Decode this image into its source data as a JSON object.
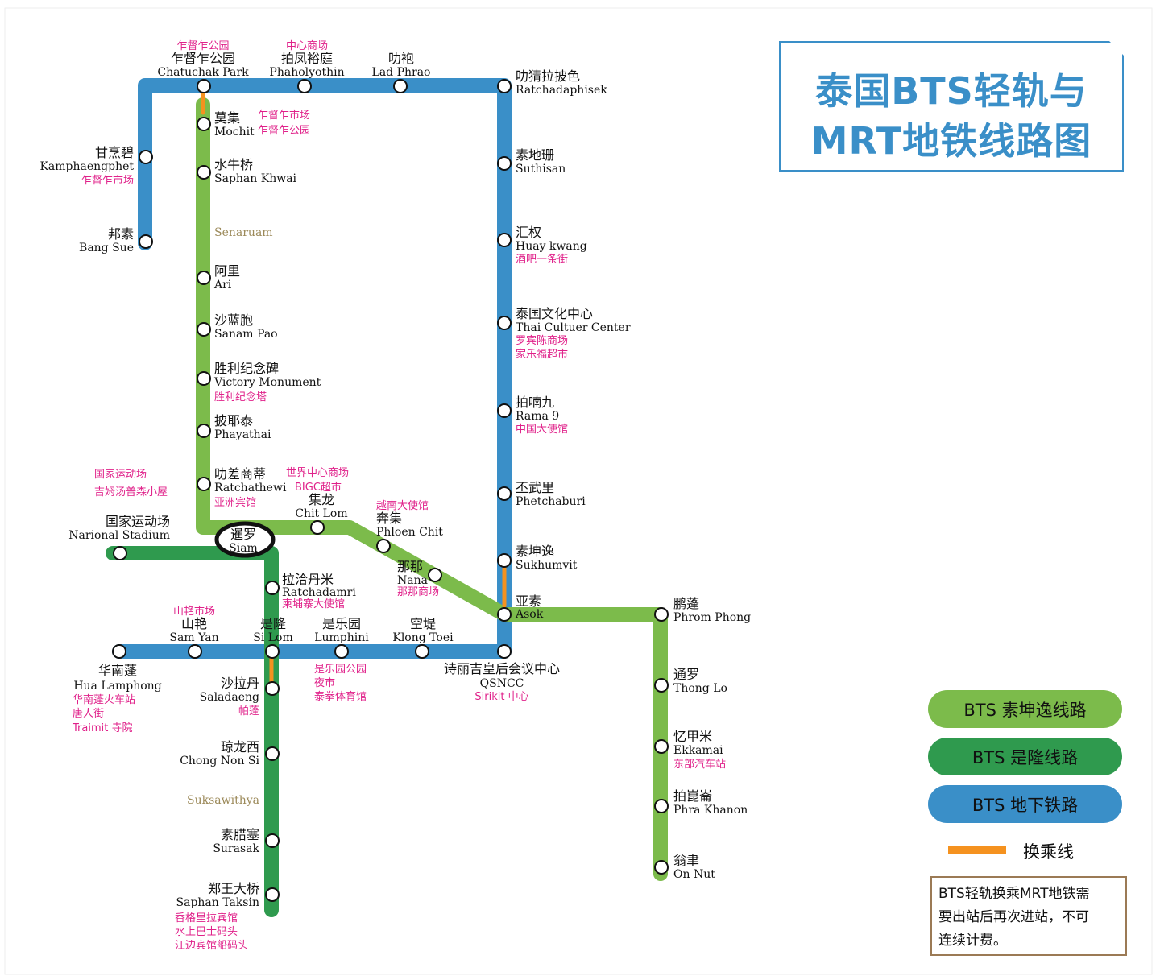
{
  "title": {
    "line1": "泰国BTS轻轨与",
    "line2": "MRT地铁线路图"
  },
  "colors": {
    "sukhumvit": "#7cbb4b",
    "silom": "#2f9a4e",
    "subway": "#3a8fc8",
    "transfer": "#f5921f",
    "highlight": "#e0218a"
  },
  "legend": {
    "sukhumvit": "BTS 素坤逸线路",
    "silom": "BTS 是隆线路",
    "subway": "BTS 地下铁路",
    "transfer": "换乘线"
  },
  "note": {
    "lines": [
      "BTS轻轨换乘MRT地铁需",
      "要出站后再次进站，不可",
      "连续计费。"
    ]
  },
  "stations": {
    "chatuchak": {
      "cn": "乍督乍公园",
      "en": "Chatuchak Park",
      "pois": [
        "乍督乍公园"
      ]
    },
    "phaholyothin": {
      "cn": "拍凤裕庭",
      "en": "Phaholyothin",
      "pois": [
        "中心商场"
      ]
    },
    "lad_phrao": {
      "cn": "叻袍",
      "en": "Lad Phrao"
    },
    "ratchadaphisek": {
      "cn": "叻猜拉披色",
      "en": "Ratchadaphisek"
    },
    "kamphaengphet": {
      "cn": "甘烹碧",
      "en": "Kamphaengphet",
      "pois": [
        "乍督乍市场"
      ]
    },
    "bang_sue": {
      "cn": "邦素",
      "en": "Bang Sue"
    },
    "mochit": {
      "cn": "莫集",
      "en": "Mochit",
      "pois": [
        "乍督乍市场",
        "乍督乍公园"
      ]
    },
    "saphan_khwai": {
      "cn": "水牛桥",
      "en": "Saphan Khwai"
    },
    "senaruam": {
      "en": "Senaruam"
    },
    "ari": {
      "cn": "阿里",
      "en": "Ari"
    },
    "sanam_pao": {
      "cn": "沙蓝胞",
      "en": "Sanam Pao"
    },
    "victory": {
      "cn": "胜利纪念碑",
      "en": "Victory Monument",
      "pois": [
        "胜利纪念塔"
      ]
    },
    "phayathai": {
      "cn": "披耶泰",
      "en": "Phayathai"
    },
    "ratchathewi": {
      "cn": "叻差商蒂",
      "en": "Ratchathewi",
      "pois": [
        "亚洲宾馆"
      ]
    },
    "ratchathewi_right_pois": [
      "世界中心商场",
      "BIGC超市"
    ],
    "stadium_pois": [
      "国家运动场",
      "吉姆汤普森小屋"
    ],
    "national_stadium": {
      "cn": "国家运动场",
      "en": "Narional Stadium"
    },
    "siam": {
      "cn": "暹罗",
      "en": "Siam"
    },
    "chit_lom": {
      "cn": "集龙",
      "en": "Chit Lom"
    },
    "phloen_chit": {
      "cn": "奔集",
      "en": "Phloen Chit",
      "pois": [
        "越南大使馆"
      ]
    },
    "nana": {
      "cn": "那那",
      "en": "Nana",
      "pois": [
        "那那商场"
      ]
    },
    "asok": {
      "cn": "亚素",
      "en": "Asok"
    },
    "ratchadamri": {
      "cn": "拉洽丹米",
      "en": "Ratchadamri",
      "pois": [
        "柬埔寨大使馆"
      ]
    },
    "sam_yan": {
      "cn": "山艳",
      "en": "Sam Yan",
      "pois": [
        "山艳市场"
      ]
    },
    "si_lom": {
      "cn": "是隆",
      "en": "Si Lom"
    },
    "lumphini": {
      "cn": "是乐园",
      "en": "Lumphini",
      "pois": [
        "是乐园公园",
        "夜市",
        "泰拳体育馆"
      ]
    },
    "klong_toei": {
      "cn": "空堤",
      "en": "Klong Toei"
    },
    "qsncc": {
      "cn": "诗丽吉皇后会议中心",
      "en": "QSNCC",
      "pois": [
        "Sirikit 中心"
      ]
    },
    "hua_lamphong": {
      "cn": "华南蓬",
      "en": "Hua Lamphong",
      "pois": [
        "华南蓬火车站",
        "唐人街",
        "Traimit 寺院"
      ]
    },
    "saladaeng": {
      "cn": "沙拉丹",
      "en": "Saladaeng",
      "pois": [
        "帕蓬"
      ]
    },
    "chong_nonsi": {
      "cn": "琼龙西",
      "en": "Chong Non Si"
    },
    "suksawithya": {
      "en": "Suksawithya"
    },
    "surasak": {
      "cn": "素腊塞",
      "en": "Surasak"
    },
    "saphan_taksin": {
      "cn": "郑王大桥",
      "en": "Saphan Taksin",
      "pois": [
        "香格里拉宾馆",
        "水上巴士码头",
        "江边宾馆船码头"
      ]
    },
    "suthisan": {
      "cn": "素地珊",
      "en": "Suthisan"
    },
    "huay_kwang": {
      "cn": "汇权",
      "en": "Huay kwang",
      "pois": [
        "酒吧一条街"
      ]
    },
    "thai_culture": {
      "cn": "泰国文化中心",
      "en": "Thai Cultuer Center",
      "pois": [
        "罗宾陈商场",
        "家乐福超市"
      ]
    },
    "rama9": {
      "cn": "拍喃九",
      "en": "Rama 9",
      "pois": [
        "中国大使馆"
      ]
    },
    "phetchaburi": {
      "cn": "丕武里",
      "en": "Phetchaburi"
    },
    "sukhumvit": {
      "cn": "素坤逸",
      "en": "Sukhumvit"
    },
    "phrom_phong": {
      "cn": "鹏蓬",
      "en": "Phrom Phong"
    },
    "thong_lo": {
      "cn": "通罗",
      "en": "Thong Lo"
    },
    "ekkamai": {
      "cn": "忆甲米",
      "en": "Ekkamai",
      "pois": [
        "东部汽车站"
      ]
    },
    "phra_khanon": {
      "cn": "拍崑崙",
      "en": "Phra Khanon"
    },
    "on_nut": {
      "cn": "翁聿",
      "en": "On Nut"
    }
  }
}
